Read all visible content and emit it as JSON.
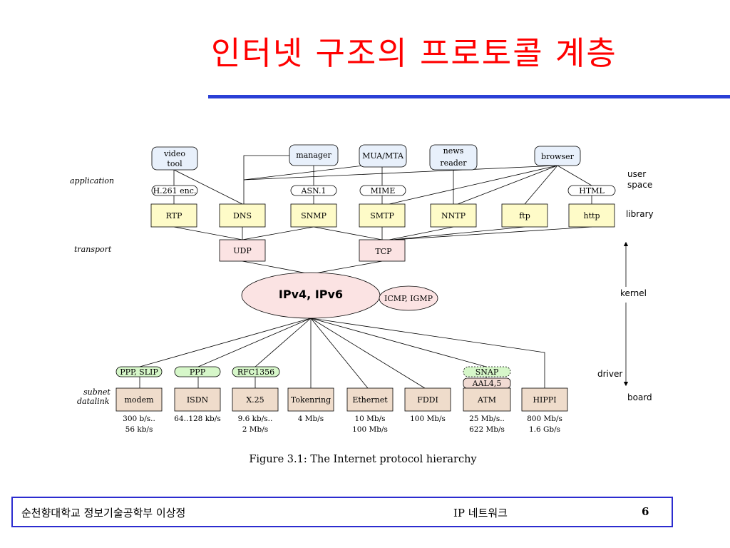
{
  "slide": {
    "title": "인터넷 구조의 프로토콜 계층"
  },
  "diagram": {
    "caption": "Figure 3.1: The Internet protocol hierarchy",
    "layer_labels": {
      "application": "application",
      "transport": "transport",
      "subnet": "subnet",
      "datalink": "datalink"
    },
    "side_labels": {
      "user": "user",
      "space": "space",
      "library": "library",
      "kernel": "kernel",
      "driver": "driver",
      "board": "board"
    },
    "top_apps": {
      "video_tool_1": "video",
      "video_tool_2": "tool",
      "manager": "manager",
      "mua_mta": "MUA/MTA",
      "news_reader_1": "news",
      "news_reader_2": "reader",
      "browser": "browser"
    },
    "encodings": {
      "h261": "H.261 enc.",
      "asn1": "ASN.1",
      "mime": "MIME",
      "html": "HTML"
    },
    "app_protocols": {
      "rtp": "RTP",
      "dns": "DNS",
      "snmp": "SNMP",
      "smtp": "SMTP",
      "nntp": "NNTP",
      "ftp": "ftp",
      "http": "http"
    },
    "transport_protocols": {
      "udp": "UDP",
      "tcp": "TCP"
    },
    "network": {
      "ip": "IPv4, IPv6",
      "icmp": "ICMP, IGMP"
    },
    "link_protocols": {
      "ppp_slip": "PPP, SLIP",
      "ppp": "PPP",
      "rfc1356": "RFC1356",
      "snap": "SNAP",
      "aal": "AAL4,5"
    },
    "subnets": [
      {
        "name": "modem",
        "rate1": "300 b/s..",
        "rate2": "56 kb/s"
      },
      {
        "name": "ISDN",
        "rate1": "64..128 kb/s",
        "rate2": ""
      },
      {
        "name": "X.25",
        "rate1": "9.6 kb/s..",
        "rate2": "2 Mb/s"
      },
      {
        "name": "Tokenring",
        "rate1": "4 Mb/s",
        "rate2": ""
      },
      {
        "name": "Ethernet",
        "rate1": "10 Mb/s",
        "rate2": "100 Mb/s"
      },
      {
        "name": "FDDI",
        "rate1": "100 Mb/s",
        "rate2": ""
      },
      {
        "name": "ATM",
        "rate1": "25 Mb/s..",
        "rate2": "622 Mb/s"
      },
      {
        "name": "HIPPI",
        "rate1": "800 Mb/s",
        "rate2": "1.6 Gb/s"
      }
    ],
    "colors": {
      "app_box": "#e8f0fb",
      "protocol_box": "#fefbc8",
      "transport_box": "#fbe3e3",
      "link_pill": "#d6f7c9",
      "subnet_box": "#efdccb",
      "aal_box": "#f1dbd3"
    }
  },
  "footer": {
    "left": "순천향대학교 정보기술공학부  이상정",
    "center": "IP 네트워크",
    "page": "6"
  }
}
